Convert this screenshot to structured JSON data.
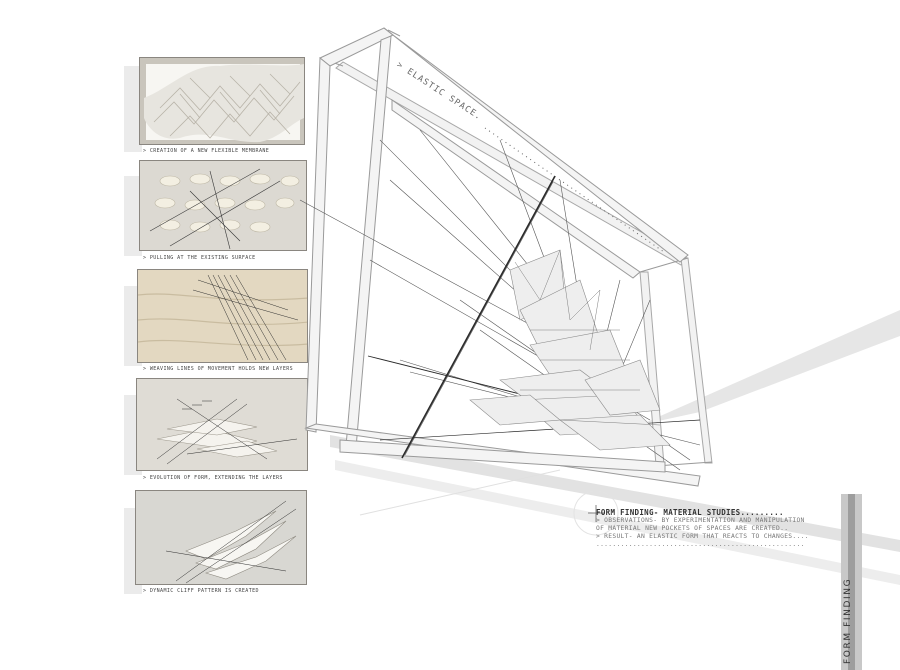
{
  "studies": [
    {
      "caption": "> CREATION OF A NEW FLEXIBLE MEMBRANE"
    },
    {
      "caption": "> PULLING AT THE EXISTING SURFACE"
    },
    {
      "caption": "> WEAVING LINES OF MOVEMENT HOLDS NEW LAYERS"
    },
    {
      "caption": "> EVOLUTION OF FORM, EXTENDING THE LAYERS"
    },
    {
      "caption": "> DYNAMIC CLIFF PATTERN IS CREATED"
    }
  ],
  "frame_label": "> ELASTIC SPACE.",
  "notes": {
    "heading": "FORM FINDING- MATERIAL STUDIES.........",
    "lines": [
      "> OBSERVATIONS- BY EXPERIMENTATION AND MANIPULATION",
      "  OF MATERIAL NEW POCKETS OF SPACES ARE CREATED..",
      "> RESULT- AN ELASTIC FORM THAT REACTS TO CHANGES....",
      "..................................................."
    ]
  },
  "side_title": "FORM FINDING",
  "colors": {
    "frame": "#f2f2f2",
    "frame_edge": "#9a9a9a",
    "band": "#d7d7d7",
    "side_bar": "#c8c8c8"
  }
}
